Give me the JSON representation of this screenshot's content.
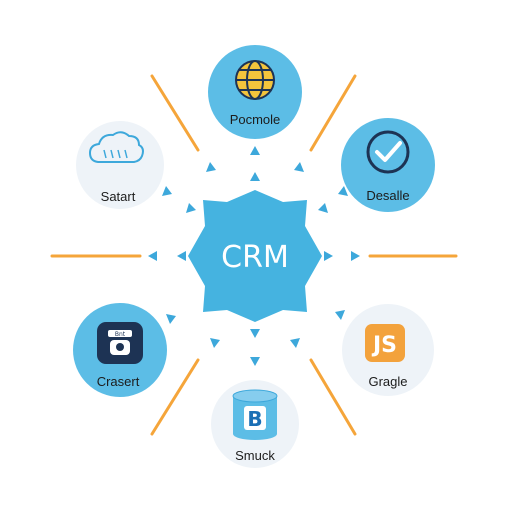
{
  "hub": {
    "label": "CRM"
  },
  "nodes": [
    {
      "id": "top",
      "label": "Pocmole",
      "icon": "globe-icon"
    },
    {
      "id": "top-right",
      "label": "Desalle",
      "icon": "checkmark-icon"
    },
    {
      "id": "right",
      "label": "Gragle",
      "icon": "javascript-icon",
      "icon_text": "JS"
    },
    {
      "id": "bottom",
      "label": "Smuck",
      "icon": "database-icon",
      "icon_text": "B"
    },
    {
      "id": "bottom-left",
      "label": "Crasert",
      "icon": "app-box-icon",
      "icon_text": "Bnt"
    },
    {
      "id": "top-left",
      "label": "Satart",
      "icon": "cloud-icon"
    }
  ],
  "colors": {
    "hub": "#45b3e0",
    "node_fill": "#5cbde6",
    "node_pale": "#eef3f8",
    "connector": "#f5a53a",
    "arrow": "#3da8db",
    "js_badge": "#f3a23c",
    "dark_icon": "#1d3354"
  }
}
